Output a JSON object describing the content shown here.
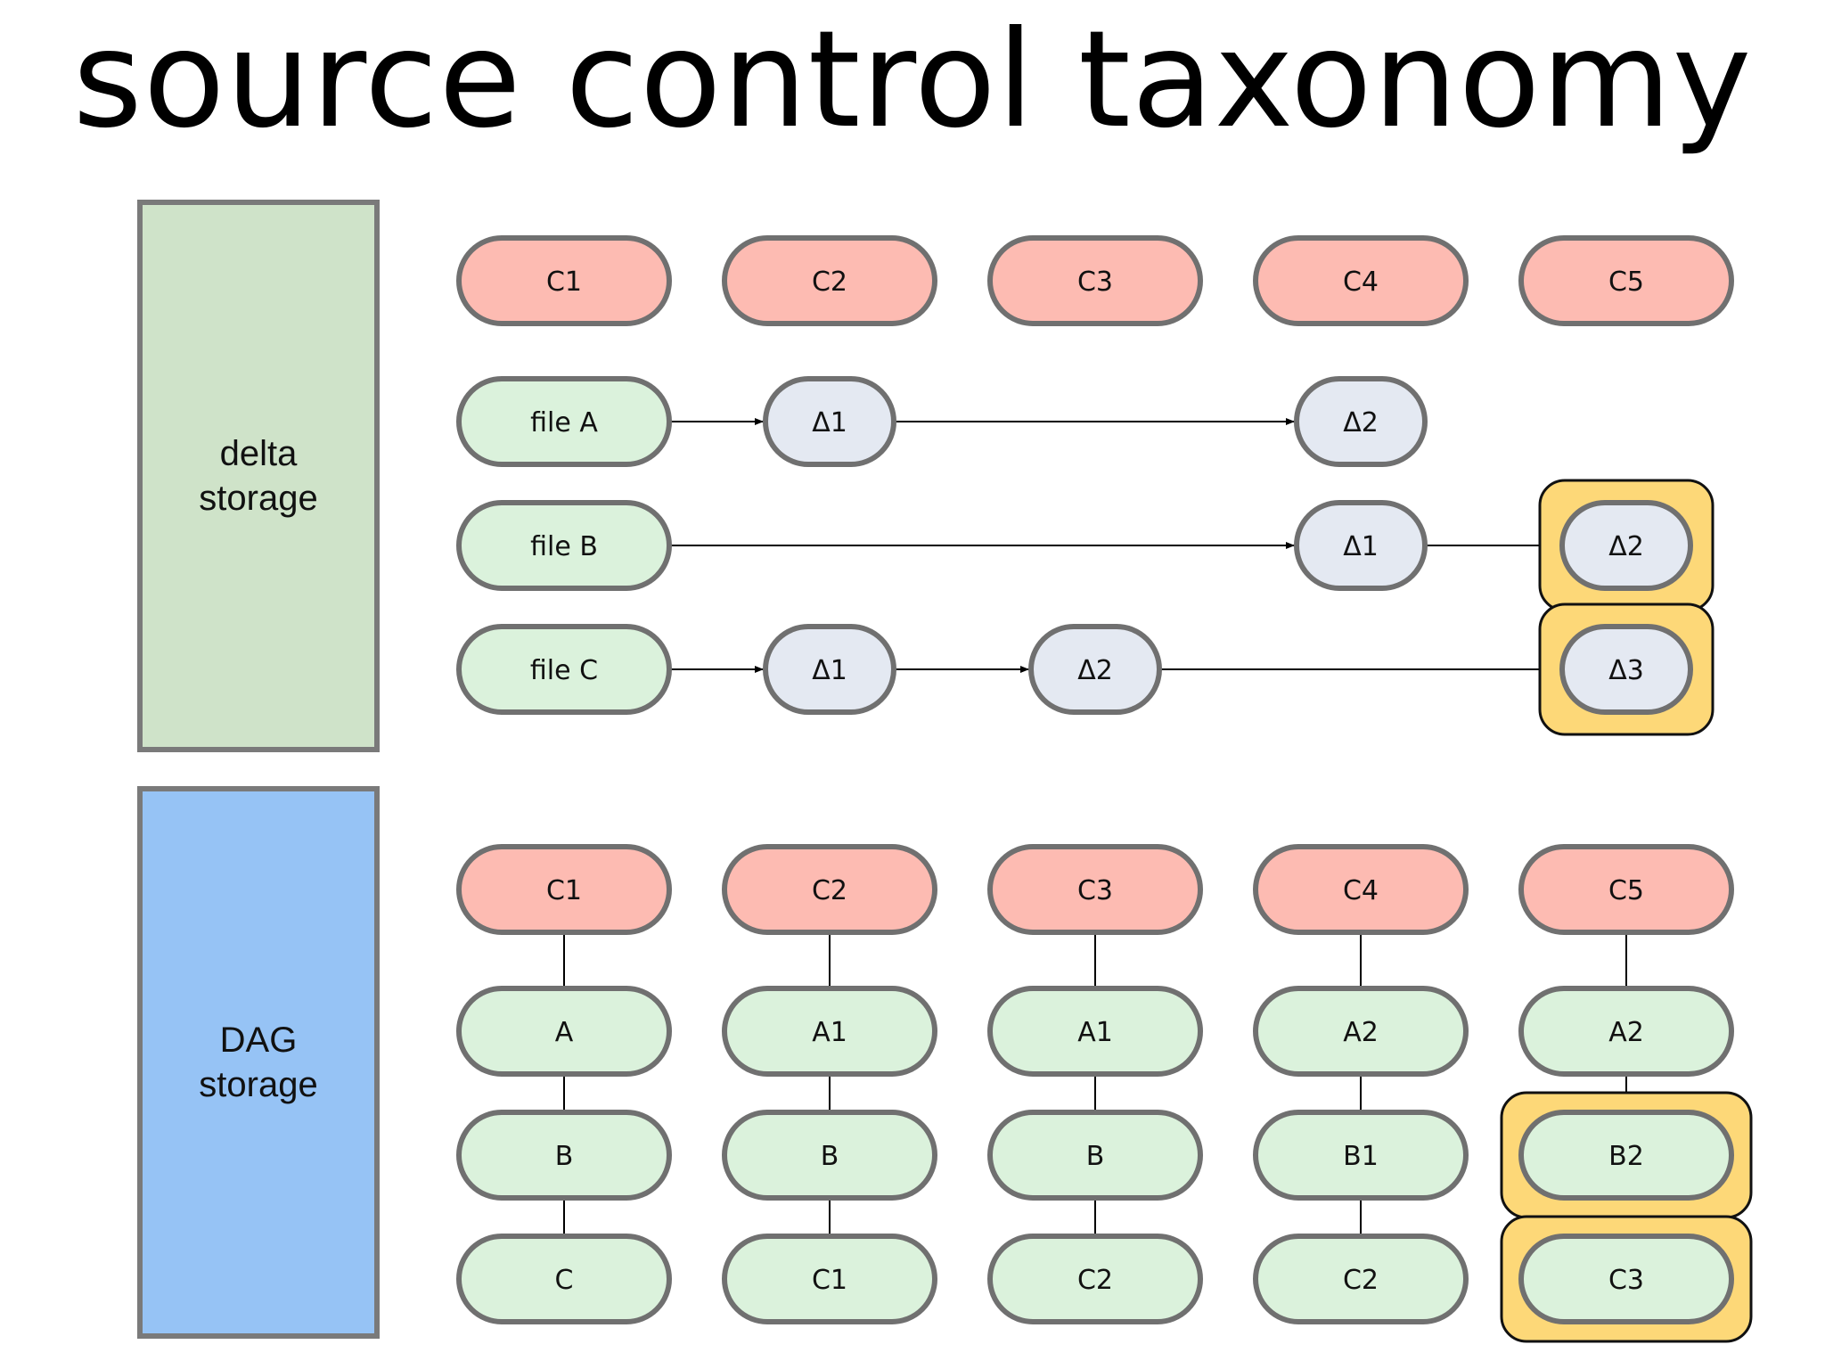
{
  "title": "source control taxonomy",
  "delta_section": {
    "label_line1": "delta",
    "label_line2": "storage",
    "commits": [
      "C1",
      "C2",
      "C3",
      "C4",
      "C5"
    ],
    "files": [
      {
        "name": "file A",
        "deltas": [
          {
            "col": 1,
            "label": "Δ1",
            "highlight": false
          },
          {
            "col": 3,
            "label": "Δ2",
            "highlight": false
          }
        ]
      },
      {
        "name": "file B",
        "deltas": [
          {
            "col": 3,
            "label": "Δ1",
            "highlight": false
          },
          {
            "col": 4,
            "label": "Δ2",
            "highlight": true
          }
        ]
      },
      {
        "name": "file C",
        "deltas": [
          {
            "col": 1,
            "label": "Δ1",
            "highlight": false
          },
          {
            "col": 2,
            "label": "Δ2",
            "highlight": false
          },
          {
            "col": 4,
            "label": "Δ3",
            "highlight": true
          }
        ]
      }
    ]
  },
  "dag_section": {
    "label_line1": "DAG",
    "label_line2": "storage",
    "columns": [
      {
        "commit": "C1",
        "items": [
          {
            "label": "A",
            "highlight": false
          },
          {
            "label": "B",
            "highlight": false
          },
          {
            "label": "C",
            "highlight": false
          }
        ]
      },
      {
        "commit": "C2",
        "items": [
          {
            "label": "A1",
            "highlight": false
          },
          {
            "label": "B",
            "highlight": false
          },
          {
            "label": "C1",
            "highlight": false
          }
        ]
      },
      {
        "commit": "C3",
        "items": [
          {
            "label": "A1",
            "highlight": false
          },
          {
            "label": "B",
            "highlight": false
          },
          {
            "label": "C2",
            "highlight": false
          }
        ]
      },
      {
        "commit": "C4",
        "items": [
          {
            "label": "A2",
            "highlight": false
          },
          {
            "label": "B1",
            "highlight": false
          },
          {
            "label": "C2",
            "highlight": false
          }
        ]
      },
      {
        "commit": "C5",
        "items": [
          {
            "label": "A2",
            "highlight": false
          },
          {
            "label": "B2",
            "highlight": true
          },
          {
            "label": "C3",
            "highlight": true
          }
        ]
      }
    ]
  },
  "colors": {
    "commit_fill": "#fdbbb2",
    "file_fill": "#dbf2dc",
    "delta_fill": "#e4e9f2",
    "highlight_fill": "#fdd878",
    "stroke": "#707070",
    "delta_box_bg": "#cfe3c9",
    "dag_box_bg": "#96c3f5"
  }
}
